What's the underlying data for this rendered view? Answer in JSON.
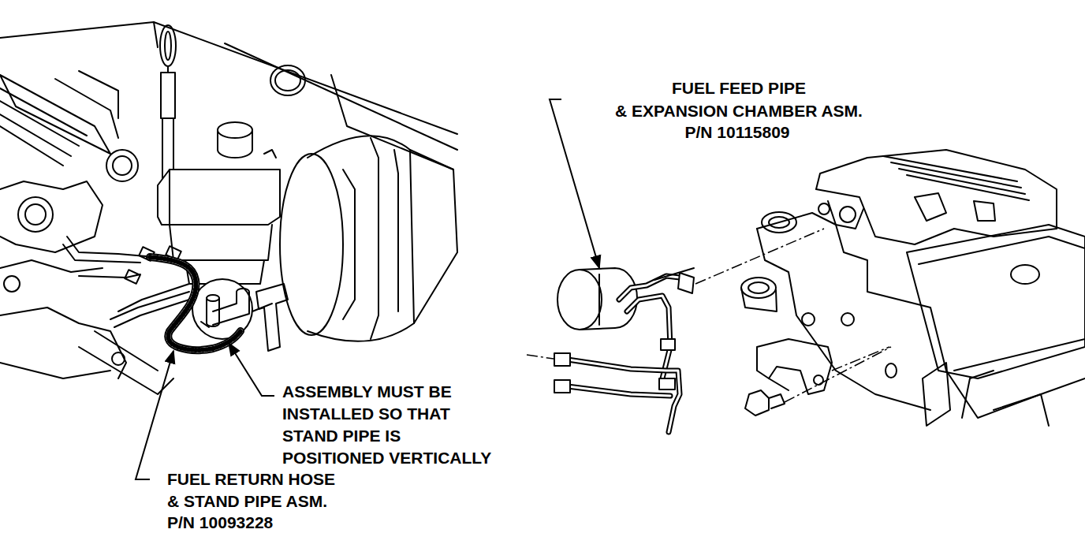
{
  "diagram": {
    "labels": [
      "FUEL FEED PIPE",
      "& EXPANSION CHAMBER ASM.",
      "P/N 10115809",
      "ASSEMBLY MUST BE",
      "INSTALLED SO THAT",
      "STAND PIPE IS",
      "POSITIONED VERTICALLY",
      "FUEL RETURN HOSE",
      "& STAND PIPE ASM.",
      "P/N 10093228"
    ]
  }
}
